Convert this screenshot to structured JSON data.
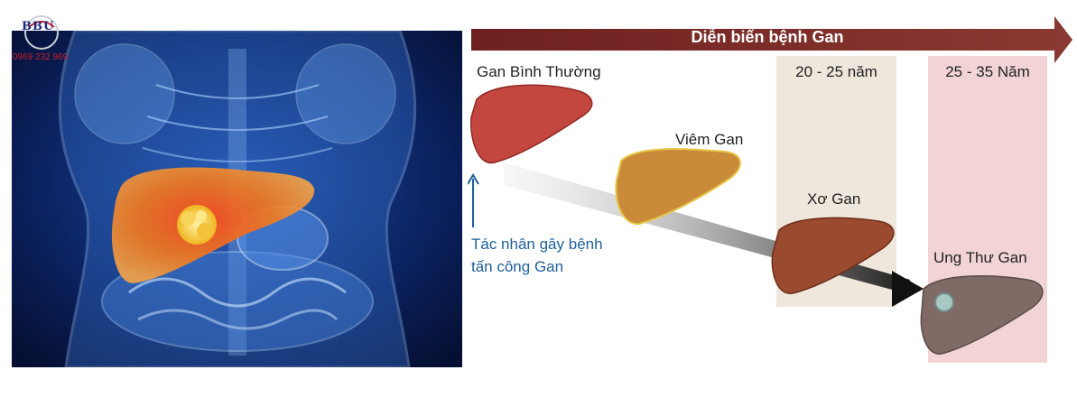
{
  "logo": {
    "text": "BBU",
    "phone": "0969 232 969"
  },
  "timeline": {
    "title": "Diễn biến bệnh Gan",
    "arrow_color": "#7a2a2a"
  },
  "bands": [
    {
      "label": "20 - 25 năm",
      "color": "#efe7dc"
    },
    {
      "label": "25 - 35 Năm",
      "color": "#f2d4d6"
    }
  ],
  "stages": [
    {
      "label": "Gan Bình Thường",
      "color": "#c4473f"
    },
    {
      "label": "Viêm Gan",
      "color": "#c98a3a"
    },
    {
      "label": "Xơ Gan",
      "color": "#9a4a2e"
    },
    {
      "label": "Ung Thư Gan",
      "color": "#7f6a66"
    }
  ],
  "cause": {
    "line1": "Tác nhân gây bệnh",
    "line2": "tấn công Gan",
    "color": "#1f5f9a"
  }
}
